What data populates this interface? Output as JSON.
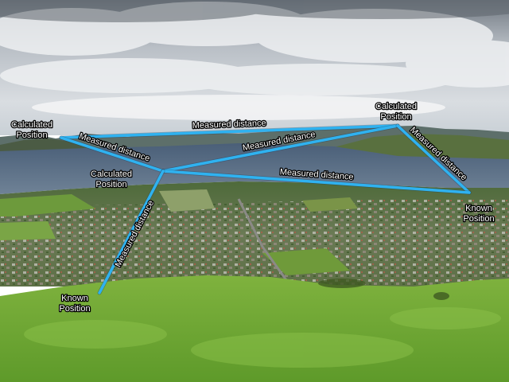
{
  "points": [
    {
      "id": "p1",
      "lines": [
        "Calculated",
        "Position"
      ]
    },
    {
      "id": "p2",
      "lines": [
        "Calculated",
        "Position"
      ]
    },
    {
      "id": "p3",
      "lines": [
        "Calculated",
        "Position"
      ]
    },
    {
      "id": "p4",
      "lines": [
        "Known",
        "Position"
      ]
    },
    {
      "id": "p5",
      "lines": [
        "Known",
        "Position"
      ]
    }
  ],
  "edges": [
    {
      "id": "e1",
      "label": "Measured distance"
    },
    {
      "id": "e2",
      "label": "Measured distance"
    },
    {
      "id": "e3",
      "label": "Measured distance"
    },
    {
      "id": "e4",
      "label": "Measured distance"
    },
    {
      "id": "e5",
      "label": "Measured distance"
    },
    {
      "id": "e6",
      "label": "Measured distance"
    }
  ],
  "colors": {
    "line": "#2fb2f0",
    "label_text": "#ffffff",
    "label_outline": "#000000"
  }
}
